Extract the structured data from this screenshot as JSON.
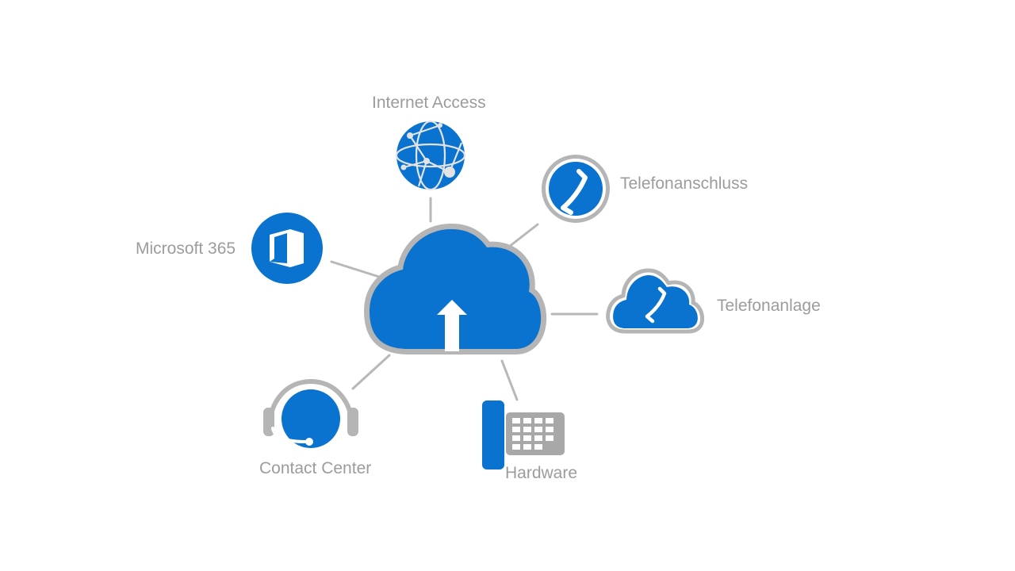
{
  "diagram": {
    "center": {
      "name": "Cloud"
    },
    "colors": {
      "accent": "#0a72cf",
      "outline": "#b5b5b5",
      "connector": "#b8b8b8",
      "label": "#9c9c9c",
      "background": "#ffffff"
    },
    "nodes": [
      {
        "id": "internet",
        "label": "Internet Access",
        "icon": "globe-icon"
      },
      {
        "id": "phone",
        "label": "Telefonanschluss",
        "icon": "phone-handset-icon"
      },
      {
        "id": "m365",
        "label": "Microsoft 365",
        "icon": "office-logo-icon"
      },
      {
        "id": "pbx",
        "label": "Telefonanlage",
        "icon": "cloud-phone-icon"
      },
      {
        "id": "contact",
        "label": "Contact Center",
        "icon": "headset-icon"
      },
      {
        "id": "hardware",
        "label": "Hardware",
        "icon": "desk-phone-icon"
      }
    ]
  }
}
